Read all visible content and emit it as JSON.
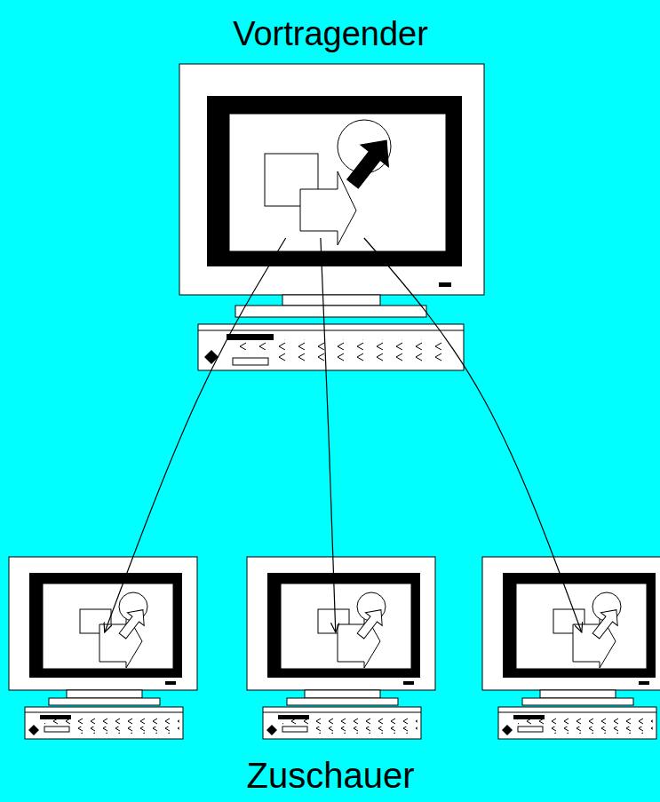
{
  "diagram": {
    "nodes": [
      {
        "text": [
          "Vortragender"
        ]
      },
      {
        "text": []
      },
      {
        "text": []
      },
      {
        "text": []
      }
    ],
    "edges": [
      {
        "from": 0,
        "to": 1,
        "arrow": "to"
      },
      {
        "from": 0,
        "to": 2,
        "arrow": "to"
      },
      {
        "from": 0,
        "to": 3,
        "arrow": "to"
      }
    ],
    "labels": [
      "Zuschauer"
    ]
  }
}
